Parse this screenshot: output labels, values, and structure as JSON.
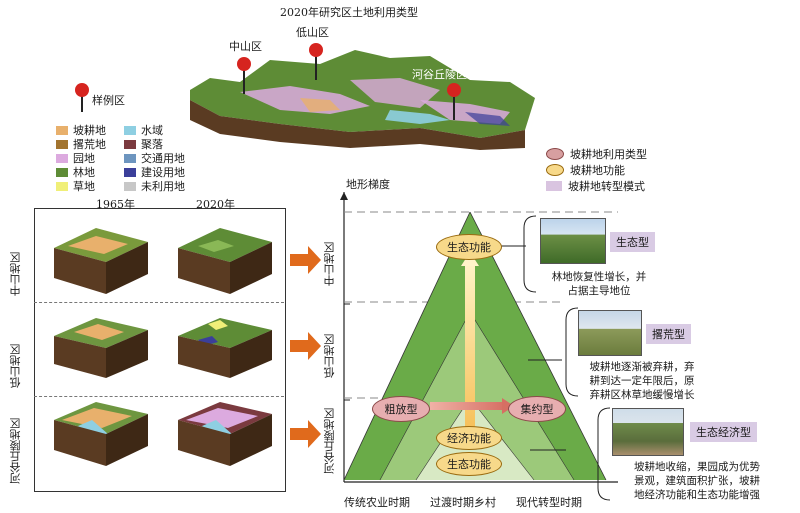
{
  "map": {
    "title": "2020年研究区土地利用类型",
    "pins": [
      "中山区",
      "低山区",
      "河谷丘陵区"
    ],
    "pin_legend": "样例区"
  },
  "landuse_legend": [
    {
      "label": "坡耕地",
      "color": "#e8b06c"
    },
    {
      "label": "撂荒地",
      "color": "#a2742f"
    },
    {
      "label": "园地",
      "color": "#dcaadf"
    },
    {
      "label": "林地",
      "color": "#5e8c36"
    },
    {
      "label": "草地",
      "color": "#f0ef78"
    },
    {
      "label": "水域",
      "color": "#8ecfe2"
    },
    {
      "label": "聚落",
      "color": "#7b3a3f"
    },
    {
      "label": "交通用地",
      "color": "#6d95bf"
    },
    {
      "label": "建设用地",
      "color": "#3b3f9a"
    },
    {
      "label": "未利用地",
      "color": "#c7c7c7"
    }
  ],
  "panel": {
    "years": [
      "1965年",
      "2020年"
    ],
    "rows": [
      "中山地区",
      "低山地区",
      "河谷丘陵地区"
    ]
  },
  "right_legend": [
    {
      "label": "坡耕地利用类型",
      "color": "#d79fa0"
    },
    {
      "label": "坡耕地功能",
      "color": "#f7d98a"
    },
    {
      "label": "坡耕地转型模式",
      "color": "#d9c4e0"
    }
  ],
  "axes": {
    "y_label": "地形梯度",
    "y_zones": [
      "中山地区",
      "低山地区",
      "河谷丘陵地区"
    ],
    "x_periods": [
      "传统农业时期",
      "过渡时期乡村",
      "现代转型时期"
    ]
  },
  "triangle": {
    "eco_top": "生态功能",
    "extensive": "粗放型",
    "intensive": "集约型",
    "economic": "经济功能",
    "eco_bottom": "生态功能"
  },
  "modes": [
    {
      "tag": "生态型",
      "desc": [
        "林地恢复性增长，并",
        "占据主导地位"
      ]
    },
    {
      "tag": "撂荒型",
      "desc": [
        "坡耕地逐渐被弃耕，弃",
        "耕到达一定年限后，原",
        "弃耕区林草地缓慢增长"
      ]
    },
    {
      "tag": "生态经济型",
      "desc": [
        "坡耕地收缩，果园成为优势",
        "景观，建筑面积扩张，坡耕",
        "地经济功能和生态功能增强"
      ]
    }
  ]
}
